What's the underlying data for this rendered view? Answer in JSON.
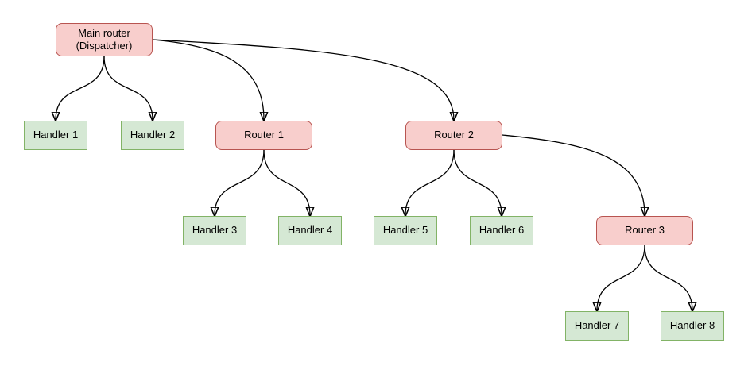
{
  "diagram": {
    "nodes": {
      "main_router": {
        "label": "Main router",
        "sublabel": "(Dispatcher)",
        "kind": "router"
      },
      "handler_1": {
        "label": "Handler 1",
        "kind": "handler"
      },
      "handler_2": {
        "label": "Handler 2",
        "kind": "handler"
      },
      "router_1": {
        "label": "Router 1",
        "kind": "router"
      },
      "router_2": {
        "label": "Router 2",
        "kind": "router"
      },
      "handler_3": {
        "label": "Handler 3",
        "kind": "handler"
      },
      "handler_4": {
        "label": "Handler 4",
        "kind": "handler"
      },
      "handler_5": {
        "label": "Handler 5",
        "kind": "handler"
      },
      "handler_6": {
        "label": "Handler 6",
        "kind": "handler"
      },
      "router_3": {
        "label": "Router 3",
        "kind": "router"
      },
      "handler_7": {
        "label": "Handler 7",
        "kind": "handler"
      },
      "handler_8": {
        "label": "Handler 8",
        "kind": "handler"
      }
    },
    "edges": [
      {
        "from": "main_router",
        "to": "handler_1"
      },
      {
        "from": "main_router",
        "to": "handler_2"
      },
      {
        "from": "main_router",
        "to": "router_1"
      },
      {
        "from": "main_router",
        "to": "router_2"
      },
      {
        "from": "router_1",
        "to": "handler_3"
      },
      {
        "from": "router_1",
        "to": "handler_4"
      },
      {
        "from": "router_2",
        "to": "handler_5"
      },
      {
        "from": "router_2",
        "to": "handler_6"
      },
      {
        "from": "router_2",
        "to": "router_3"
      },
      {
        "from": "router_3",
        "to": "handler_7"
      },
      {
        "from": "router_3",
        "to": "handler_8"
      }
    ],
    "colors": {
      "router_fill": "#f8cecc",
      "router_border": "#b85450",
      "handler_fill": "#d5e8d4",
      "handler_border": "#82b366",
      "edge_stroke": "#000000",
      "canvas_background": "#ffffff"
    }
  }
}
